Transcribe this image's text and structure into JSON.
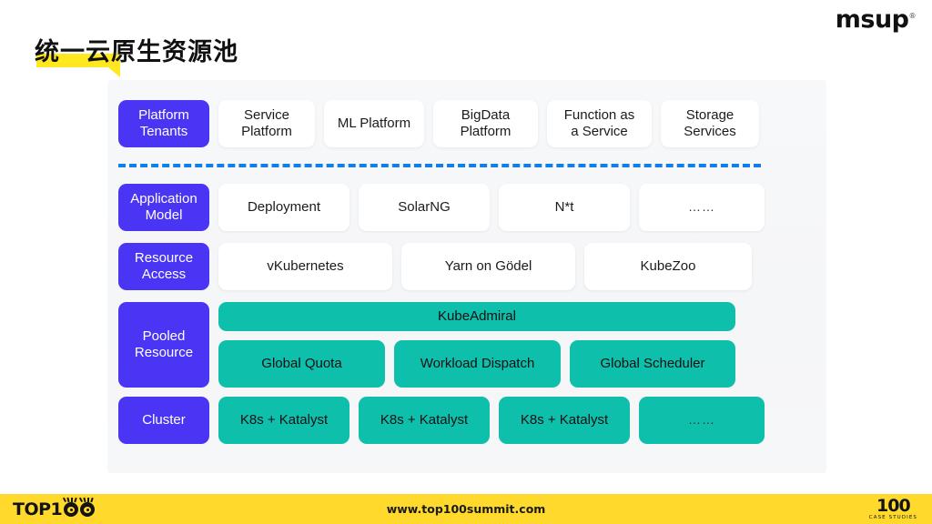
{
  "brand": {
    "logo_text": "msup",
    "logo_mark": "®"
  },
  "title": "统一云原生资源池",
  "colors": {
    "accent_purple": "#4a35f4",
    "accent_teal": "#0ebfac",
    "accent_blue_divider": "#1080e8",
    "highlight_yellow": "#ffe81f",
    "footer_yellow": "#ffd92b",
    "panel_bg": "#f6f7f9",
    "card_white": "#ffffff"
  },
  "diagram": {
    "rows": [
      {
        "id": "platform-tenants",
        "label": "Platform\nTenants",
        "cells": [
          {
            "text": "Service\nPlatform"
          },
          {
            "text": "ML Platform"
          },
          {
            "text": "BigData\nPlatform"
          },
          {
            "text": "Function as\na Service"
          },
          {
            "text": "Storage\nServices"
          }
        ]
      },
      {
        "id": "application-model",
        "label": "Application\nModel",
        "cells": [
          {
            "text": "Deployment"
          },
          {
            "text": "SolarNG"
          },
          {
            "text": "N*t"
          },
          {
            "text": "……"
          }
        ]
      },
      {
        "id": "resource-access",
        "label": "Resource\nAccess",
        "cells": [
          {
            "text": "vKubernetes"
          },
          {
            "text": "Yarn on Gödel"
          },
          {
            "text": "KubeZoo"
          }
        ]
      },
      {
        "id": "pooled-resource",
        "label": "Pooled\nResource",
        "banner": "KubeAdmiral",
        "cells": [
          {
            "text": "Global Quota"
          },
          {
            "text": "Workload Dispatch"
          },
          {
            "text": "Global Scheduler"
          }
        ]
      },
      {
        "id": "cluster",
        "label": "Cluster",
        "cells": [
          {
            "text": "K8s + Katalyst"
          },
          {
            "text": "K8s + Katalyst"
          },
          {
            "text": "K8s + Katalyst"
          },
          {
            "text": "……"
          }
        ]
      }
    ]
  },
  "footer": {
    "left_logo_text": "TOP1",
    "url": "www.top100summit.com",
    "right_logo_number": "100",
    "right_logo_sub": "CASE STUDIES"
  }
}
